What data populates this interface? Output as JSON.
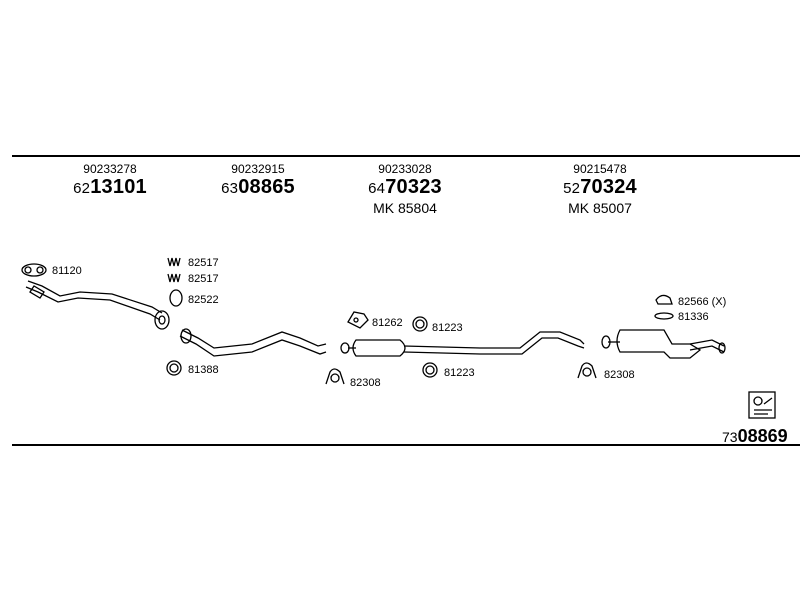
{
  "headers": [
    {
      "oem": "90233278",
      "prefix": "62",
      "code": "13101",
      "mk": ""
    },
    {
      "oem": "90232915",
      "prefix": "63",
      "code": "08865",
      "mk": ""
    },
    {
      "oem": "90233028",
      "prefix": "64",
      "code": "70323",
      "mk": "MK  85804"
    },
    {
      "oem": "90215478",
      "prefix": "52",
      "code": "70324",
      "mk": "MK  85007"
    }
  ],
  "labels": {
    "l81120": "81120",
    "l82517a": "82517",
    "l82517b": "82517",
    "l82522": "82522",
    "l81388": "81388",
    "l81262": "81262",
    "l81223a": "81223",
    "l82308a": "82308",
    "l81223b": "81223",
    "l82566": "82566 (X)",
    "l81336": "81336",
    "l82308b": "82308"
  },
  "bottom_code": {
    "prefix": "73",
    "code": "08869"
  }
}
